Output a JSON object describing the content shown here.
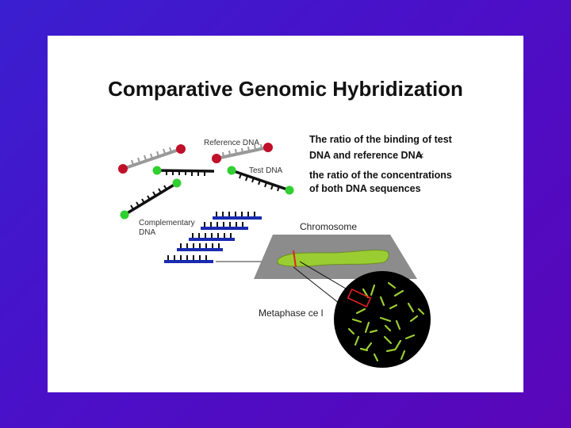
{
  "slide": {
    "title": "Comparative Genomic Hybridization",
    "statement": {
      "line1": "The ratio of the binding of test",
      "line2": "DNA and reference DNA",
      "proportional_symbol": "∝",
      "line3": "the ratio of the concentrations",
      "line4": "of both DNA sequences"
    },
    "labels": {
      "reference_dna": "Reference DNA",
      "test_dna": "Test DNA",
      "complementary_line1": "Complementary",
      "complementary_line2": "DNA",
      "chromosome": "Chromosome",
      "metaphase": "Metaphase ce l"
    }
  },
  "colors": {
    "background": "#4a10c8",
    "reference_dot": "#c0102a",
    "test_dot": "#2fd02f",
    "complementary_strand": "#1a2ab0",
    "chromosome": "#9acd32"
  }
}
